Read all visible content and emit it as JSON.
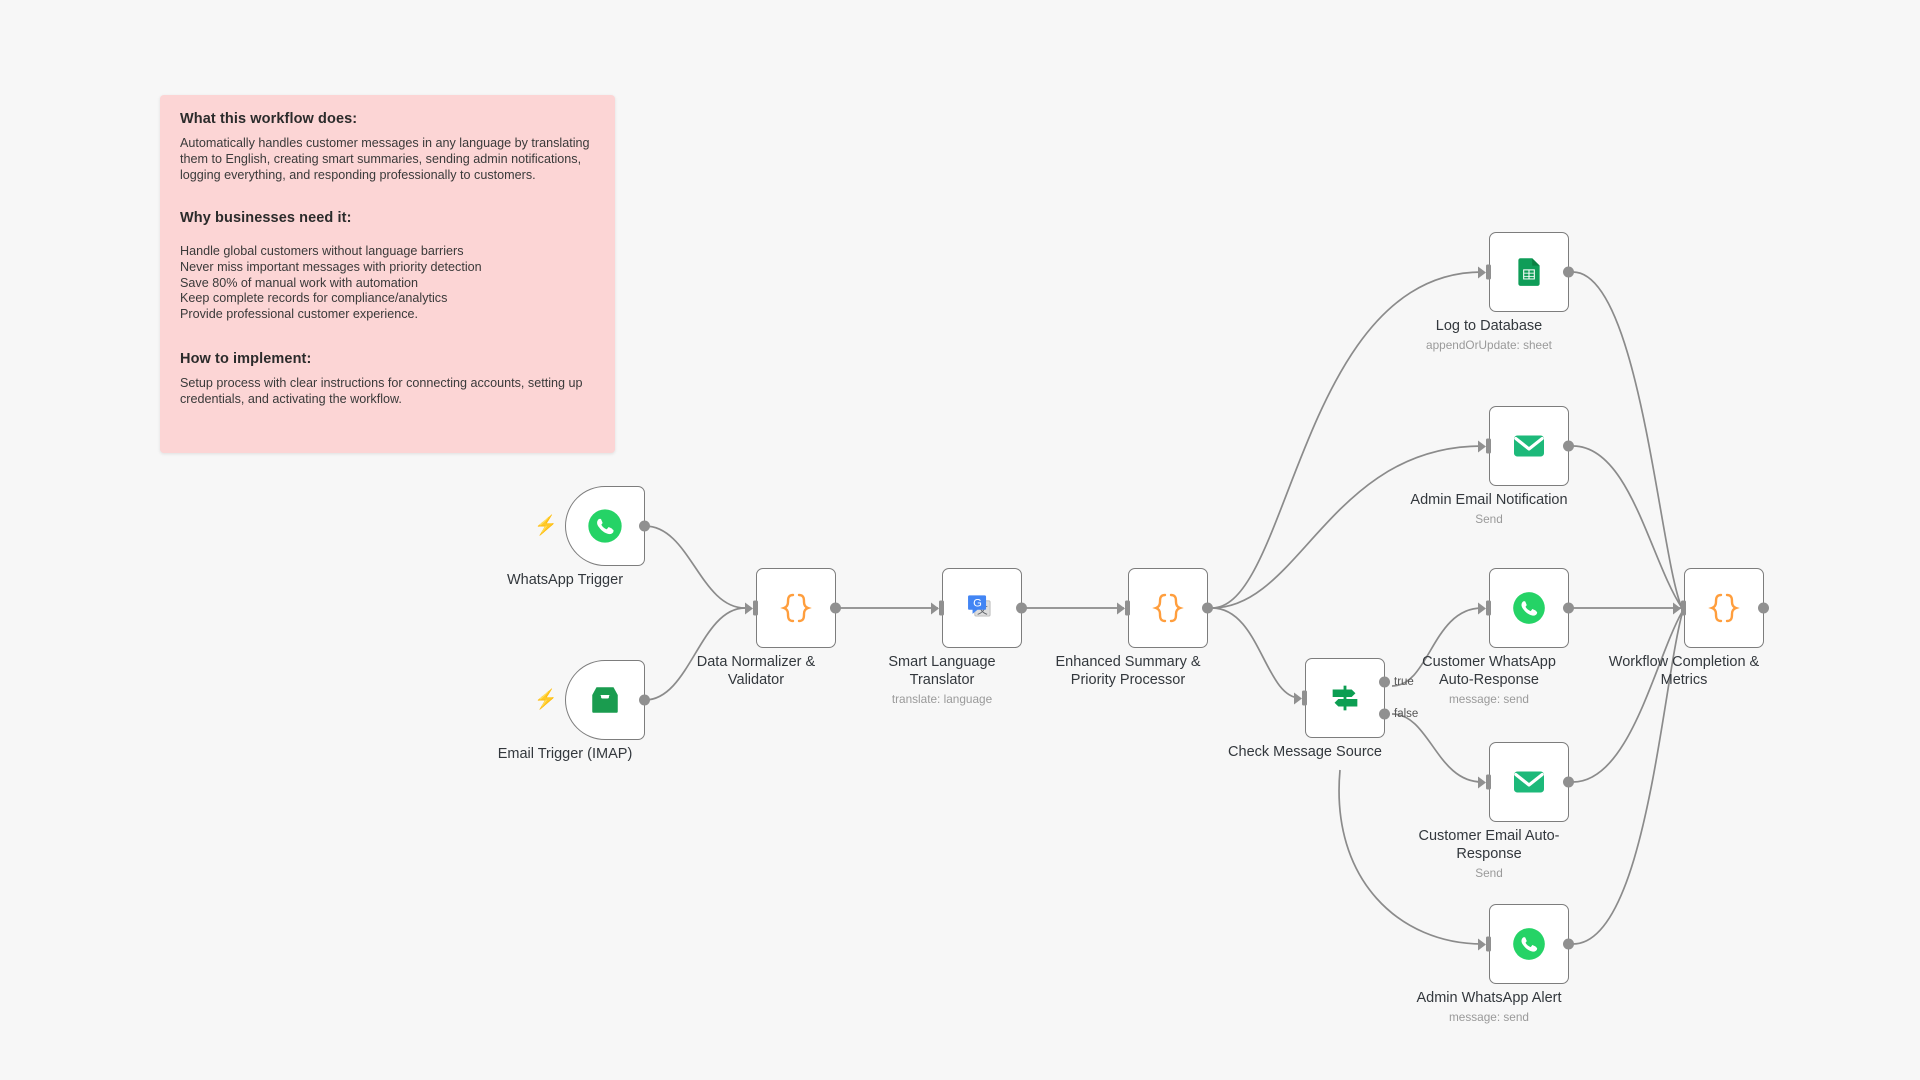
{
  "canvas": {
    "background_color": "#f7f7f7",
    "node_border_color": "#7d7d7d",
    "connector_color": "#8b8b8b"
  },
  "sticky_note": {
    "background_color": "#fcd5d5",
    "heading_1": "What this workflow does:",
    "paragraph_1": "Automatically handles customer messages in any language by translating them to English, creating smart summaries, sending admin notifications, logging everything, and responding professionally to customers.",
    "heading_2": "Why businesses need it:",
    "benefits": [
      "Handle global customers without language barriers",
      "Never miss important messages with priority detection",
      "Save 80% of manual work with automation",
      "Keep complete records for compliance/analytics",
      "Provide professional customer experience."
    ],
    "heading_3": "How to implement:",
    "paragraph_3": "Setup process with clear instructions for connecting accounts, setting up credentials, and activating the workflow."
  },
  "nodes": [
    {
      "id": "whatsapp-trigger",
      "label": "WhatsApp Trigger",
      "subtitle": "",
      "icon": "whatsapp-icon",
      "type": "trigger",
      "trigger_badge": "lightning-bolt-icon"
    },
    {
      "id": "email-trigger",
      "label": "Email Trigger (IMAP)",
      "subtitle": "",
      "icon": "email-inbox-icon",
      "type": "trigger",
      "trigger_badge": "lightning-bolt-icon"
    },
    {
      "id": "data-normalizer",
      "label": "Data Normalizer & Validator",
      "subtitle": "",
      "icon": "code-braces-icon",
      "type": "code"
    },
    {
      "id": "smart-language-translator",
      "label": "Smart Language Translator",
      "subtitle": "translate: language",
      "icon": "google-translate-icon",
      "type": "app"
    },
    {
      "id": "enhanced-summary",
      "label": "Enhanced Summary & Priority Processor",
      "subtitle": "",
      "icon": "code-braces-icon",
      "type": "code"
    },
    {
      "id": "log-to-database",
      "label": "Log to Database",
      "subtitle": "appendOrUpdate: sheet",
      "icon": "google-sheets-icon",
      "type": "app"
    },
    {
      "id": "admin-email-notification",
      "label": "Admin Email Notification",
      "subtitle": "Send",
      "icon": "envelope-icon",
      "type": "app"
    },
    {
      "id": "check-message-source",
      "label": "Check Message Source",
      "subtitle": "",
      "icon": "signpost-switch-icon",
      "type": "switch",
      "outputs": [
        "true",
        "false"
      ]
    },
    {
      "id": "customer-whatsapp-auto-response",
      "label": "Customer WhatsApp Auto-Response",
      "subtitle": "message: send",
      "icon": "whatsapp-icon",
      "type": "app"
    },
    {
      "id": "customer-email-auto-response",
      "label": "Customer Email Auto-Response",
      "subtitle": "Send",
      "icon": "envelope-icon",
      "type": "app"
    },
    {
      "id": "admin-whatsapp-alert",
      "label": "Admin WhatsApp Alert",
      "subtitle": "message: send",
      "icon": "whatsapp-icon",
      "type": "app"
    },
    {
      "id": "workflow-completion-metrics",
      "label": "Workflow Completion & Metrics",
      "subtitle": "",
      "icon": "code-braces-icon",
      "type": "code"
    }
  ],
  "switch_outputs": {
    "true_label": "true",
    "false_label": "false"
  }
}
